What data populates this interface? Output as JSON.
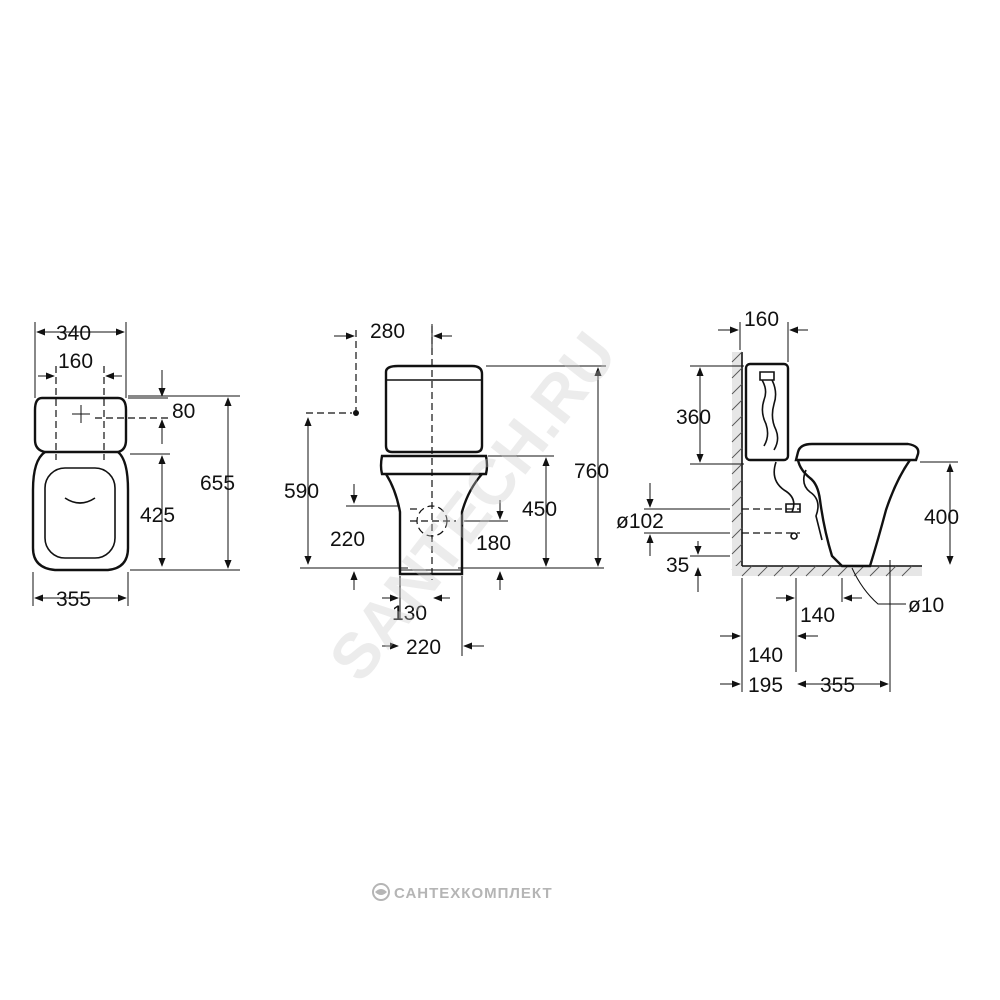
{
  "watermark": {
    "text": "SANTECH.RU",
    "color": "#c9c9c9"
  },
  "footer_logo": {
    "text": "САНТЕХКОМПЛЕКТ",
    "color": "#b5b5b5"
  },
  "top_view": {
    "width_top": "340",
    "inner_width": "160",
    "tank_depth": "80",
    "bowl_length": "425",
    "total_length": "655",
    "width_bottom": "355"
  },
  "front_view": {
    "inlet_offset": "280",
    "inlet_height": "590",
    "total_height": "760",
    "seat_height": "450",
    "drain_height": "220",
    "drain_center": "180",
    "base_width": "130",
    "foot_width": "220"
  },
  "side_view": {
    "tank_offset": "160",
    "tank_height": "360",
    "pipe_diameter": "ø102",
    "pipe_base_gap": "35",
    "bowl_height": "400",
    "fixing_diameter": "ø10",
    "fixing_offset": "140",
    "wall_to_drain": "140",
    "wall_to_fix": "195",
    "fix_to_front": "355"
  },
  "colors": {
    "line": "#111111",
    "hatch": "#555555",
    "background": "#ffffff"
  }
}
